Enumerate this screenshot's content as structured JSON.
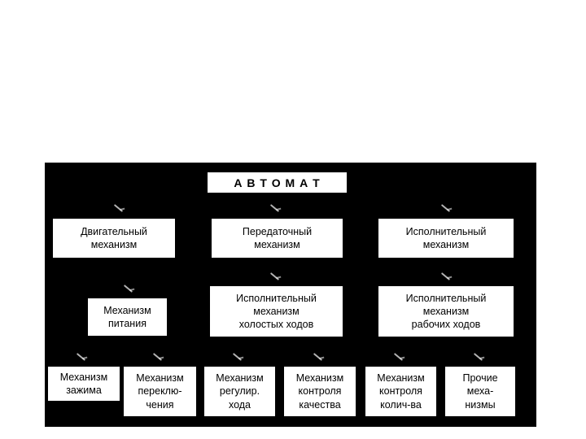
{
  "slide": {
    "background": "#ffffff"
  },
  "diagram": {
    "panel_color": "#000000",
    "box_color": "#ffffff",
    "text_color": "#000000",
    "nodes": {
      "root": "А В Т О М А Т",
      "motor": "Двигательный\nмеханизм",
      "transmission": "Передаточный\nмеханизм",
      "executive": "Исполнительный\nмеханизм",
      "feeding": "Механизм\nпитания",
      "idle_strokes": "Исполнительный\nмеханизм\nхолостых ходов",
      "working_strokes": "Исполнительный\nмеханизм\nрабочих ходов",
      "clamping": "Механизм\nзажима",
      "switching": "Механизм\nпереклю-\nчения",
      "stroke_adjust": "Механизм\nрегулир.\nхода",
      "quality_control": "Механизм\nконтроля\nкачества",
      "quantity_control": "Механизм\nконтроля\nколич-ва",
      "other": "Прочие\nмеха-\nнизмы"
    }
  }
}
